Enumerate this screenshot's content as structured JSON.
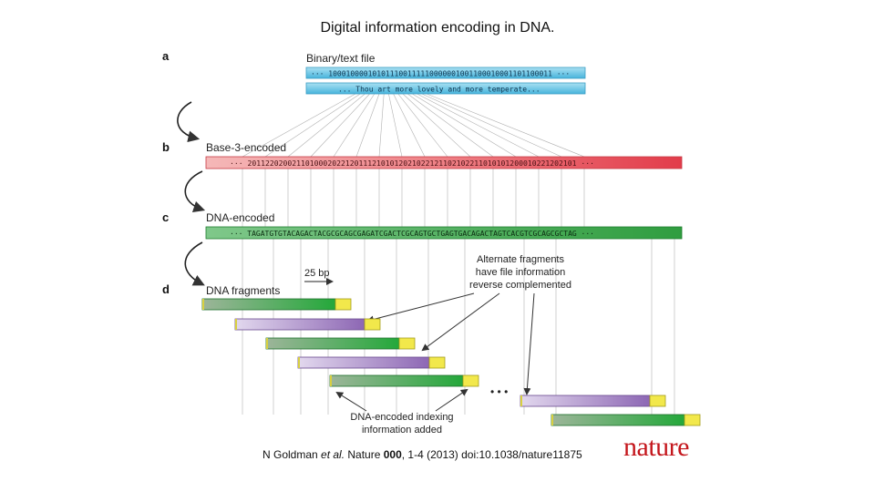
{
  "title": "Digital information encoding in DNA.",
  "panels": {
    "a": {
      "letter": "a",
      "label": "Binary/text file",
      "binary_text": "··· 100010000101011100111110000001001100010001101100011 ···",
      "plain_text": "... Thou art more lovely and more temperate..."
    },
    "b": {
      "letter": "b",
      "label": "Base-3-encoded",
      "sequence": "··· 20112202002110100020221201112101012021022121102102211010101200010221202101 ···"
    },
    "c": {
      "letter": "c",
      "label": "DNA-encoded",
      "sequence": "··· TAGATGTGTACAGACTACGCGCAGCGAGATCGACTCGCAGTGCTGAGTGACAGACTAGTCACGTCGCAGCGCTAG ···"
    },
    "d": {
      "letter": "d",
      "label": "DNA fragments",
      "span_label": "25 bp",
      "alt_note": [
        "Alternate fragments",
        "have file information",
        "reverse complemented"
      ],
      "index_note": [
        "DNA-encoded indexing",
        "information added"
      ],
      "ellipsis": "• • •"
    }
  },
  "citation": {
    "authors": "N Goldman ",
    "etal": "et al.",
    "journal": " Nature ",
    "volume": "000",
    "rest": ", 1-4 (2013) doi:10.1038/nature11875"
  },
  "logo": "nature",
  "colors": {
    "binary_bar": "#6cc5e5",
    "base3_bar": "#e9505b",
    "dna_bar": "#3aa84a",
    "frag_green": "#4caf50",
    "frag_purple": "#a88bc4",
    "index_yellow": "#f2e84b",
    "lines": "#b0b0b0",
    "logo": "#c4161c"
  }
}
